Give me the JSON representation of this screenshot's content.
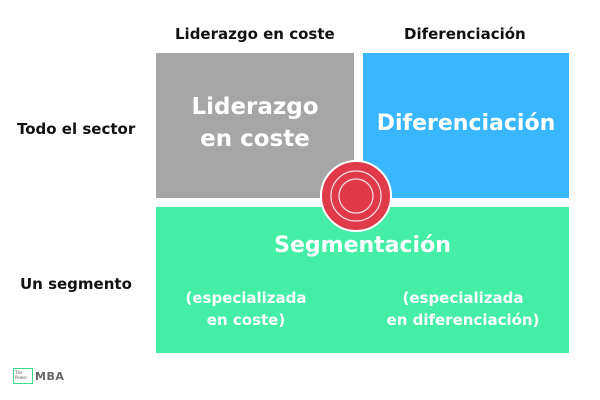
{
  "columns": {
    "cost_leadership": "Liderazgo en coste",
    "differentiation": "Diferenciación"
  },
  "rows": {
    "whole_sector": "Todo el sector",
    "one_segment": "Un segmento"
  },
  "quadrants": {
    "cost_leadership": {
      "line1": "Liderazgo",
      "line2": "en coste",
      "color": "#a6a6a6"
    },
    "differentiation": {
      "label": "Diferenciación",
      "color": "#38b6ff"
    },
    "segmentation": {
      "title": "Segmentación",
      "left_line1": "(especializada",
      "left_line2": "en coste)",
      "right_line1": "(especializada",
      "right_line2": "en diferenciación)",
      "color": "#44efa5"
    }
  },
  "center_mark_color": "#e03a4a",
  "logo": {
    "box_text_1": "The",
    "box_text_2": "Power",
    "text": "MBA"
  }
}
